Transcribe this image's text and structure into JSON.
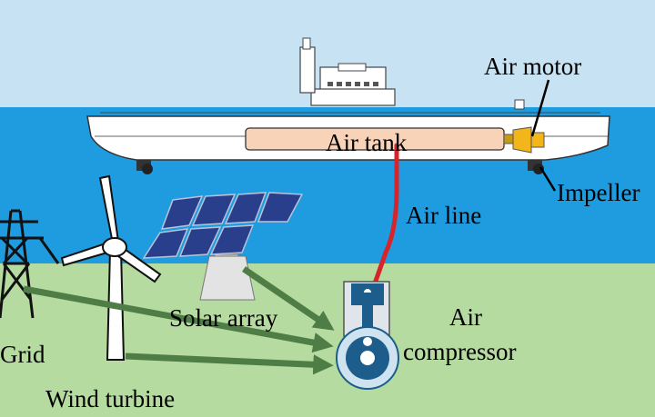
{
  "labels": {
    "air_motor": "Air motor",
    "air_tank": "Air tank",
    "impeller": "Impeller",
    "air_line": "Air line",
    "solar_array": "Solar array",
    "air": "Air",
    "compressor": "compressor",
    "grid": "Grid",
    "wind_turbine": "Wind turbine"
  },
  "colors": {
    "sky": "#c7e3f3",
    "sea": "#1f9ce0",
    "land": "#b5dba0",
    "arrow": "#4f7d46",
    "air_line": "#d8232a",
    "tank_fill": "#f9d3b8",
    "motor": "#f2b51a",
    "compressor_blue": "#1c5d8c",
    "solar_panel": "#2a3f8c"
  }
}
